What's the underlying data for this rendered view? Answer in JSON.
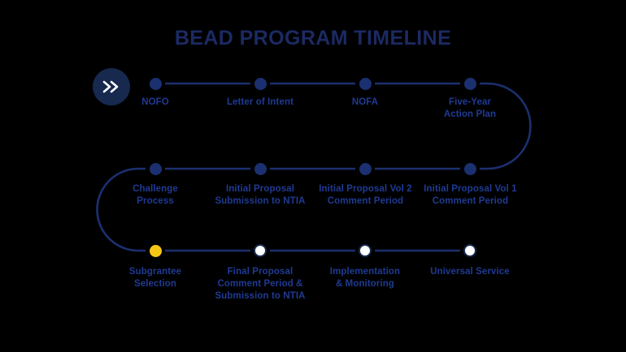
{
  "page": {
    "title": "BEAD PROGRAM TIMELINE",
    "background_color": "#000000"
  },
  "colors": {
    "title": "#1b2a63",
    "label": "#1f3a93",
    "track": "#1b3070",
    "node_done": "#1b3070",
    "node_current": "#f7c716",
    "node_future_fill": "#ffffff",
    "node_future_ring": "#17294f",
    "start_badge": "#17294f",
    "start_chevron": "#ffffff"
  },
  "start_badge": {
    "icon": "double-chevron-right-icon"
  },
  "timeline": {
    "rows": [
      {
        "row_index": 0,
        "direction": "left-to-right",
        "steps": [
          {
            "id": "nofo",
            "label_lines": [
              "NOFO"
            ],
            "state": "done"
          },
          {
            "id": "letter-of-intent",
            "label_lines": [
              "Letter of Intent"
            ],
            "state": "done"
          },
          {
            "id": "nofa",
            "label_lines": [
              "NOFA"
            ],
            "state": "done"
          },
          {
            "id": "five-year-action-plan",
            "label_lines": [
              "Five-Year",
              "Action Plan"
            ],
            "state": "done"
          }
        ]
      },
      {
        "row_index": 1,
        "direction": "right-to-left",
        "steps": [
          {
            "id": "challenge-process",
            "label_lines": [
              "Challenge",
              "Process"
            ],
            "state": "done"
          },
          {
            "id": "initial-proposal-submission",
            "label_lines": [
              "Initial Proposal",
              "Submission to NTIA"
            ],
            "state": "done"
          },
          {
            "id": "initial-proposal-vol-2",
            "label_lines": [
              "Initial Proposal Vol 2",
              "Comment Period"
            ],
            "state": "done"
          },
          {
            "id": "initial-proposal-vol-1",
            "label_lines": [
              "Initial Proposal Vol 1",
              "Comment Period"
            ],
            "state": "done"
          }
        ]
      },
      {
        "row_index": 2,
        "direction": "left-to-right",
        "steps": [
          {
            "id": "subgrantee-selection",
            "label_lines": [
              "Subgrantee",
              "Selection"
            ],
            "state": "current"
          },
          {
            "id": "final-proposal",
            "label_lines": [
              "Final Proposal",
              "Comment Period &",
              "Submission to NTIA"
            ],
            "state": "future"
          },
          {
            "id": "implementation-monitoring",
            "label_lines": [
              "Implementation",
              "& Monitoring"
            ],
            "state": "future"
          },
          {
            "id": "universal-service",
            "label_lines": [
              "Universal Service"
            ],
            "state": "future"
          }
        ]
      }
    ]
  }
}
